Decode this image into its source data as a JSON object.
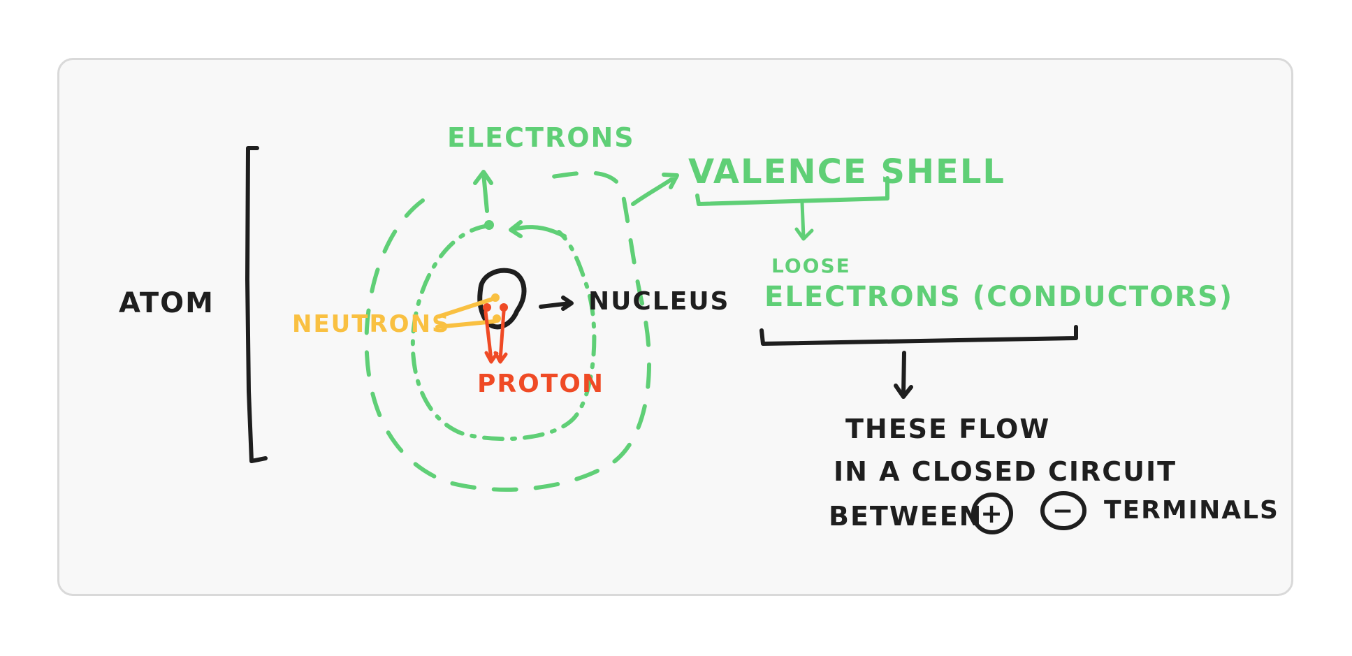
{
  "colors": {
    "card_background": "#f8f8f8",
    "card_border": "#d9d9d9",
    "ink": "#1e1e1e",
    "electron_green": "#5fcf76",
    "neutron_yellow": "#f9c041",
    "proton_red": "#ef4a25"
  },
  "labels": {
    "atom": "ATOM",
    "electrons": "ELECTRONS",
    "valence_shell": "VALENCE SHELL",
    "loose": "LOOSE",
    "electrons_conductors": "ELECTRONS (CONDUCTORS)",
    "nucleus": "NUCLEUS",
    "neutrons": "NEUTRONS",
    "proton": "PROTON",
    "flow_line1": "THESE FLOW",
    "flow_line2": "IN A CLOSED CIRCUIT",
    "flow_line3_start": "BETWEEN",
    "plus_symbol": "+",
    "minus_symbol": "−",
    "flow_line3_end": "TERMINALS"
  }
}
